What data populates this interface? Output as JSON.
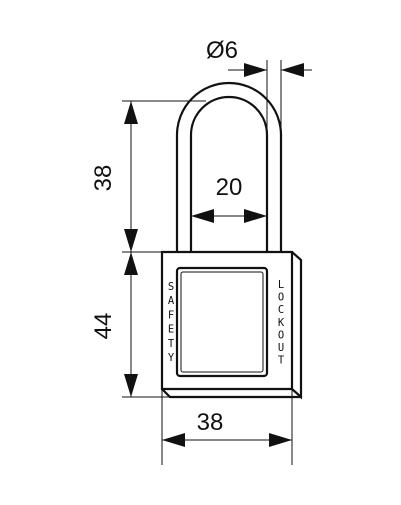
{
  "dimensions": {
    "shackle_diameter": "Ø6",
    "shackle_height": "38",
    "shackle_inner_width": "20",
    "body_height": "44",
    "body_width": "38"
  },
  "body_labels": {
    "left": [
      "S",
      "A",
      "F",
      "E",
      "T",
      "Y"
    ],
    "right": [
      "L",
      "O",
      "C",
      "K",
      "O",
      "U",
      "T"
    ]
  }
}
